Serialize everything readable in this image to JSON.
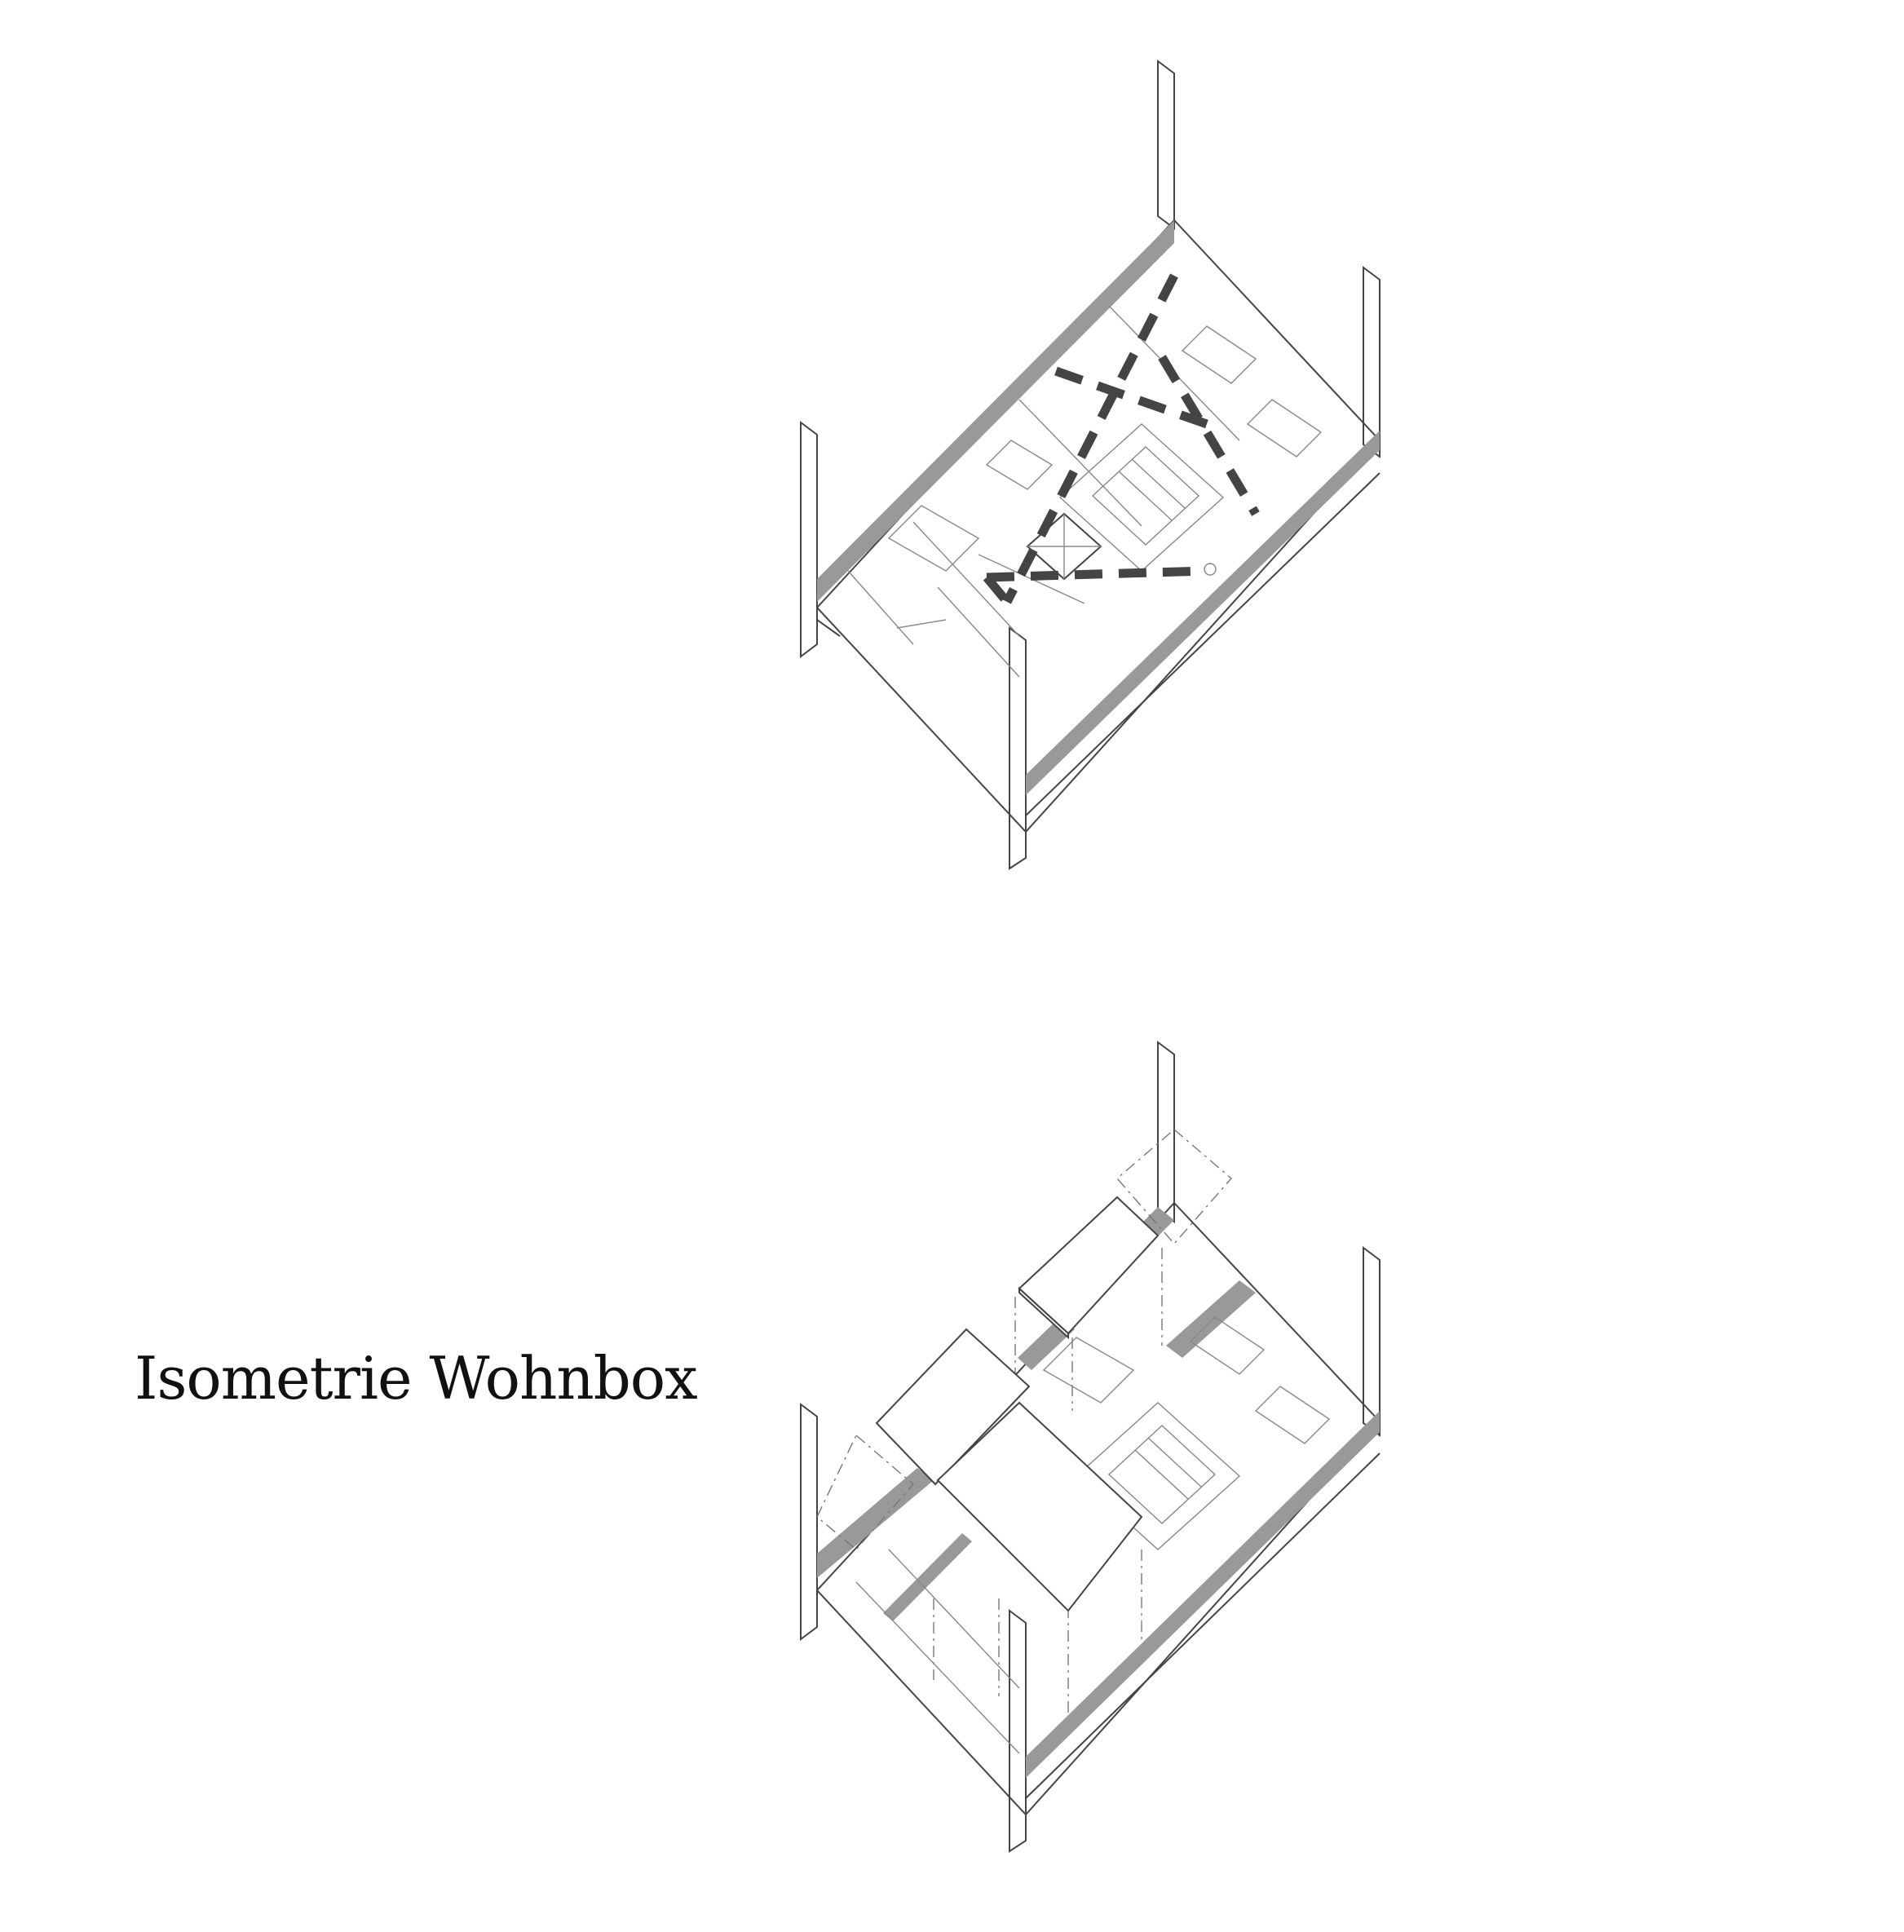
{
  "caption": "Isometrie Wohnbox",
  "colors": {
    "line": "#444444",
    "wall_fill": "#999999",
    "background": "#ffffff"
  },
  "drawings": [
    {
      "name": "isometric-plan-top",
      "overlay": "dashed circulation path triangle"
    },
    {
      "name": "isometric-plan-bottom",
      "overlay": "inserted living boxes"
    }
  ]
}
